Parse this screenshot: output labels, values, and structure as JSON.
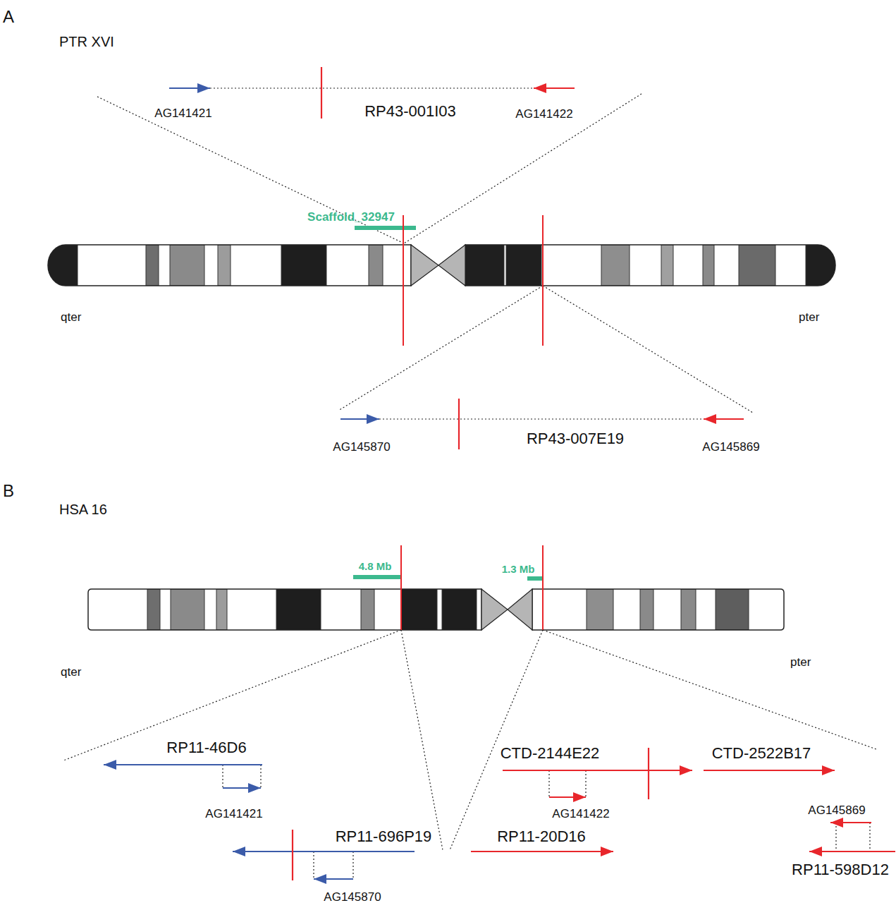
{
  "diagram": {
    "labels": [
      "A",
      "PTR XVI",
      "AG141421",
      "RP43-001I03",
      "AG141422",
      "Scaffold_32947",
      "qter",
      "pter",
      "AG145870",
      "RP43-007E19",
      "AG145869",
      "B",
      "HSA 16",
      "4.8 Mb",
      "1.3 Mb",
      "qter",
      "pter",
      "RP11-46D6",
      "CTD-2144E22",
      "CTD-2522B17",
      "AG141421",
      "AG141422",
      "AG145869",
      "RP11-696P19",
      "RP11-20D16",
      "AG145870",
      "RP11-598D12"
    ]
  }
}
